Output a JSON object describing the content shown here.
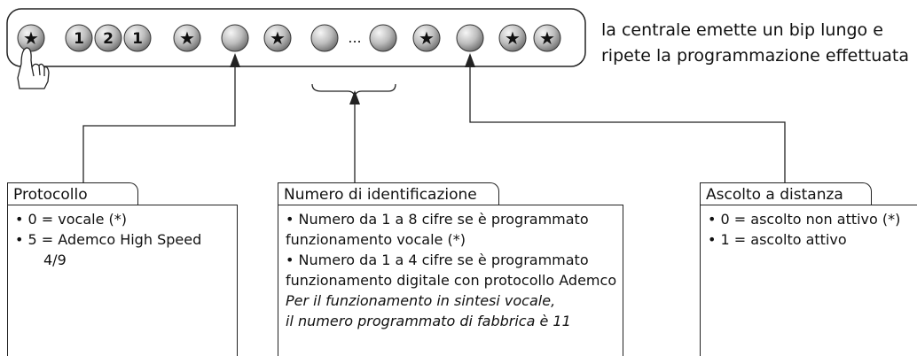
{
  "keypad": {
    "sequence": [
      "star",
      "1",
      "2",
      "1",
      "star",
      "blank",
      "star",
      "blank",
      "ellipsis",
      "blank",
      "star",
      "blank",
      "star",
      "star"
    ],
    "ellipsis": "..."
  },
  "note": {
    "line1": "la centrale emette un bip lungo e",
    "line2": "ripete la programmazione effettuata"
  },
  "boxes": {
    "protocollo": {
      "title": "Protocollo",
      "item1": "• 0 = vocale (*)",
      "item2": "• 5 = Ademco High Speed",
      "item2b": "4/9"
    },
    "numero": {
      "title": "Numero di identificazione",
      "l1": "• Numero da 1 a 8 cifre se è programmato",
      "l2": "funzionamento vocale (*)",
      "l3": "• Numero da 1 a 4 cifre se è programmato",
      "l4": "funzionamento digitale con protocollo Ademco",
      "l5": "Per il funzionamento in sintesi vocale,",
      "l6": "il numero programmato di fabbrica è 11"
    },
    "ascolto": {
      "title": "Ascolto a distanza",
      "item1": "• 0 = ascolto non attivo (*)",
      "item2": "• 1 = ascolto attivo"
    }
  }
}
